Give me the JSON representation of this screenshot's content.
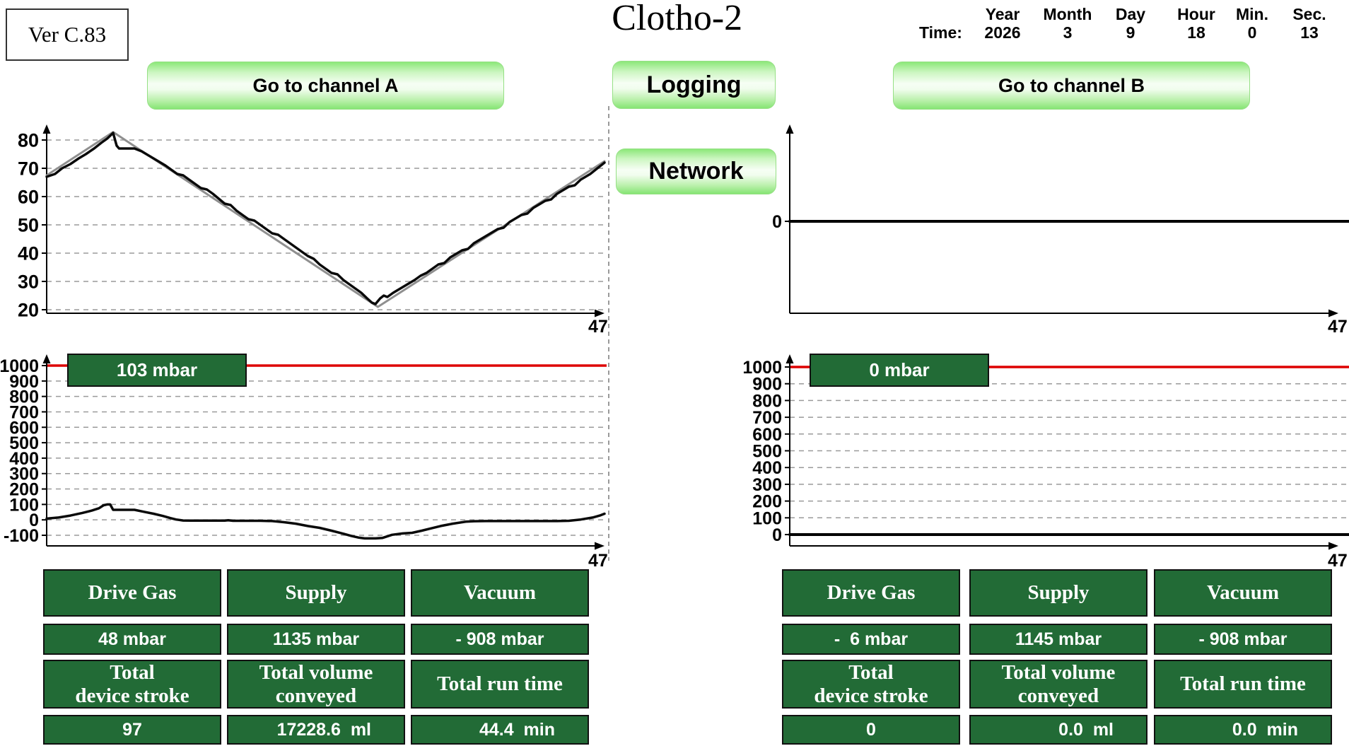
{
  "header": {
    "version": "Ver C.83",
    "title": "Clotho-2",
    "time_label": "Time:",
    "time_fields": [
      {
        "label": "Year",
        "value": "2026"
      },
      {
        "label": "Month",
        "value": "3"
      },
      {
        "label": "Day",
        "value": "9"
      },
      {
        "label": "Hour",
        "value": "18"
      },
      {
        "label": "Min.",
        "value": "0"
      },
      {
        "label": "Sec.",
        "value": "13"
      }
    ]
  },
  "buttons": {
    "channel_a": "Go to channel A",
    "logging": "Logging",
    "network": "Network",
    "channel_b": "Go to channel B"
  },
  "colors": {
    "panel_green": "#226b36",
    "limit_red": "#dd0000",
    "grid": "#9a9a9a",
    "axis": "#000000"
  },
  "chart_data": [
    {
      "id": "channel-a-flow",
      "type": "line",
      "yticks": [
        20,
        30,
        40,
        50,
        60,
        70,
        80
      ],
      "ylim": [
        15,
        86
      ],
      "x_range": [
        0,
        47
      ],
      "x_end_label": "47",
      "grid": true,
      "series": [
        {
          "name": "setpoint",
          "color": "#8f8f8f",
          "width": 3,
          "points": [
            [
              0,
              67.5
            ],
            [
              5.6,
              82.8
            ],
            [
              27.9,
              21
            ],
            [
              47,
              72.5
            ]
          ]
        },
        {
          "name": "measured",
          "color": "#0a0a0a",
          "width": 3.5,
          "points": [
            [
              0,
              67
            ],
            [
              0.7,
              68
            ],
            [
              1.3,
              70
            ],
            [
              2,
              71.5
            ],
            [
              2.7,
              73.5
            ],
            [
              3.3,
              75
            ],
            [
              4,
              77
            ],
            [
              4.6,
              79
            ],
            [
              5.1,
              80.5
            ],
            [
              5.6,
              82.5
            ],
            [
              5.9,
              78
            ],
            [
              6.1,
              77
            ],
            [
              7.4,
              77
            ],
            [
              8,
              76
            ],
            [
              9,
              73.5
            ],
            [
              10,
              71
            ],
            [
              11,
              68
            ],
            [
              11.5,
              67.5
            ],
            [
              12,
              66
            ],
            [
              13,
              63
            ],
            [
              13.5,
              62.5
            ],
            [
              14,
              61
            ],
            [
              15,
              57.5
            ],
            [
              15.5,
              57
            ],
            [
              16,
              55
            ],
            [
              17,
              52
            ],
            [
              17.5,
              51.5
            ],
            [
              18,
              50
            ],
            [
              19,
              47
            ],
            [
              19.5,
              46.5
            ],
            [
              20,
              45
            ],
            [
              21,
              42
            ],
            [
              22,
              39
            ],
            [
              22.5,
              38
            ],
            [
              23,
              36
            ],
            [
              24,
              33
            ],
            [
              24.5,
              32.5
            ],
            [
              25,
              30.5
            ],
            [
              26,
              27.5
            ],
            [
              26.5,
              26
            ],
            [
              27,
              24
            ],
            [
              27.4,
              22.5
            ],
            [
              27.7,
              22
            ],
            [
              28.1,
              24
            ],
            [
              28.4,
              25
            ],
            [
              28.7,
              24.5
            ],
            [
              29.2,
              26
            ],
            [
              30,
              28
            ],
            [
              31,
              30.5
            ],
            [
              31.5,
              32
            ],
            [
              32,
              33
            ],
            [
              33,
              36
            ],
            [
              33.5,
              36.5
            ],
            [
              34,
              38.5
            ],
            [
              35,
              41
            ],
            [
              35.5,
              41.5
            ],
            [
              36,
              43.5
            ],
            [
              37,
              46
            ],
            [
              38,
              48.5
            ],
            [
              38.5,
              49
            ],
            [
              39,
              51
            ],
            [
              40,
              53.5
            ],
            [
              40.5,
              54
            ],
            [
              41,
              56
            ],
            [
              42,
              58.5
            ],
            [
              42.5,
              59
            ],
            [
              43,
              61
            ],
            [
              44,
              63.5
            ],
            [
              44.5,
              64
            ],
            [
              45,
              66
            ],
            [
              45.8,
              68
            ],
            [
              46.4,
              70
            ],
            [
              47,
              72
            ]
          ]
        }
      ]
    },
    {
      "id": "channel-b-flow",
      "type": "line",
      "yticks": [
        0
      ],
      "ylim": [
        -60,
        90
      ],
      "x_range": [
        0,
        47
      ],
      "x_end_label": "47",
      "grid": false,
      "series": [
        {
          "name": "measured",
          "color": "#000000",
          "width": 4,
          "extend_to_edge": true,
          "points": [
            [
              0,
              0
            ],
            [
              47,
              0
            ]
          ]
        }
      ]
    },
    {
      "id": "channel-a-drive-pressure",
      "type": "line",
      "yticks": [
        1000,
        900,
        800,
        700,
        600,
        500,
        400,
        300,
        200,
        100,
        0,
        -100
      ],
      "ylim": [
        -170,
        1070
      ],
      "x_range": [
        0,
        47
      ],
      "x_end_label": "47",
      "grid": true,
      "badge": "103 mbar",
      "limit_line": {
        "value": 1000,
        "color": "#dd0000"
      },
      "series": [
        {
          "name": "drive-gas-pressure",
          "color": "#0a0a0a",
          "width": 3.5,
          "points": [
            [
              0,
              8
            ],
            [
              1,
              15
            ],
            [
              2,
              28
            ],
            [
              3,
              45
            ],
            [
              3.8,
              60
            ],
            [
              4.4,
              75
            ],
            [
              4.8,
              95
            ],
            [
              5.1,
              100
            ],
            [
              5.35,
              100
            ],
            [
              5.6,
              65
            ],
            [
              7.4,
              65
            ],
            [
              8.2,
              52
            ],
            [
              9,
              40
            ],
            [
              9.8,
              25
            ],
            [
              10.4,
              12
            ],
            [
              10.9,
              2
            ],
            [
              11.5,
              -4
            ],
            [
              12.2,
              -5
            ],
            [
              15,
              -5
            ],
            [
              15.3,
              -3
            ],
            [
              15.7,
              -6
            ],
            [
              18,
              -6
            ],
            [
              19,
              -8
            ],
            [
              20,
              -15
            ],
            [
              21,
              -25
            ],
            [
              22,
              -40
            ],
            [
              23,
              -52
            ],
            [
              24,
              -70
            ],
            [
              25,
              -90
            ],
            [
              25.7,
              -105
            ],
            [
              26.3,
              -115
            ],
            [
              26.8,
              -120
            ],
            [
              27.7,
              -120
            ],
            [
              28.3,
              -117
            ],
            [
              29.1,
              -97
            ],
            [
              30,
              -88
            ],
            [
              30.8,
              -84
            ],
            [
              31.6,
              -70
            ],
            [
              32.4,
              -55
            ],
            [
              33.2,
              -40
            ],
            [
              34.2,
              -25
            ],
            [
              35.3,
              -12
            ],
            [
              36,
              -9
            ],
            [
              37,
              -8
            ],
            [
              43,
              -8
            ],
            [
              44,
              -6
            ],
            [
              45,
              2
            ],
            [
              46,
              15
            ],
            [
              46.6,
              28
            ],
            [
              47,
              40
            ]
          ]
        }
      ]
    },
    {
      "id": "channel-b-drive-pressure",
      "type": "line",
      "yticks": [
        1000,
        900,
        800,
        700,
        600,
        500,
        400,
        300,
        200,
        100,
        0
      ],
      "ylim": [
        -40,
        1070
      ],
      "x_range": [
        0,
        47
      ],
      "x_end_label": "47",
      "grid": true,
      "badge": "0 mbar",
      "limit_line": {
        "value": 1000,
        "color": "#dd0000",
        "extend_to_edge": true
      },
      "series": [
        {
          "name": "drive-gas-pressure",
          "color": "#000000",
          "width": 4,
          "extend_to_edge": true,
          "points": [
            [
              0,
              0
            ],
            [
              47,
              0
            ]
          ]
        }
      ]
    }
  ],
  "tables": {
    "channel_a": {
      "headers1": [
        "Drive Gas",
        "Supply",
        "Vacuum"
      ],
      "values1": [
        "48 mbar",
        "1135 mbar",
        "- 908 mbar"
      ],
      "headers2": [
        "Total\ndevice stroke",
        "Total volume\nconveyed",
        "Total run time"
      ],
      "values2": [
        "97",
        "17228.6  ml",
        "44.4  min"
      ]
    },
    "channel_b": {
      "headers1": [
        "Drive Gas",
        "Supply",
        "Vacuum"
      ],
      "values1": [
        "-  6 mbar",
        "1145 mbar",
        "- 908 mbar"
      ],
      "headers2": [
        "Total\ndevice stroke",
        "Total volume\nconveyed",
        "Total run time"
      ],
      "values2": [
        "0",
        "0.0  ml",
        "0.0  min"
      ]
    }
  }
}
